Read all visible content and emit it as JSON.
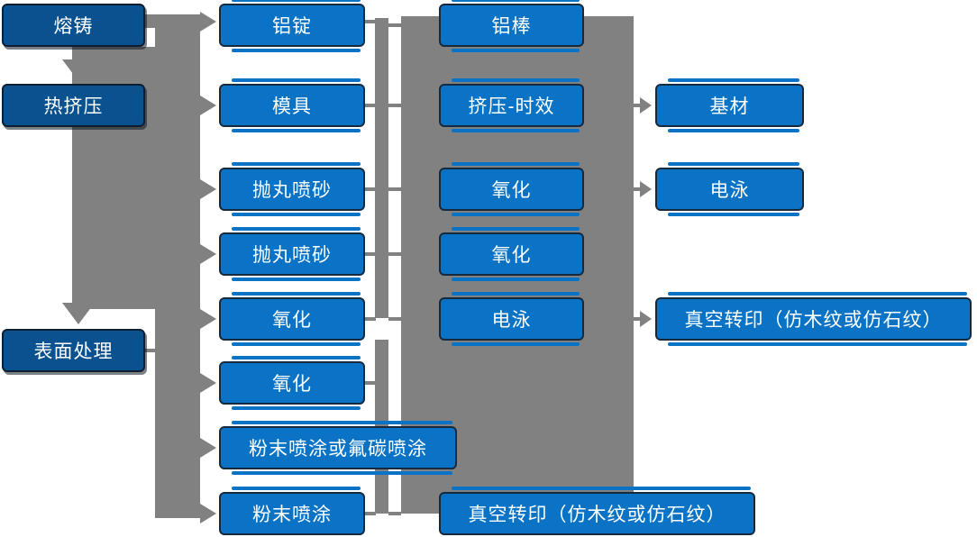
{
  "flowchart": {
    "description": "Aluminum profile production process flow diagram",
    "colors": {
      "stage_box_fill": "#0a518f",
      "process_box_fill": "#0a73c5",
      "box_border_dark": "#17293c",
      "connector_gray": "#818181",
      "text_color": "#ffffff",
      "background": "#ffffff"
    },
    "stage_column": [
      {
        "label": "熔铸"
      },
      {
        "label": "热挤压"
      },
      {
        "label": "表面处理"
      }
    ],
    "process_column": [
      {
        "label": "铝锭"
      },
      {
        "label": "模具"
      },
      {
        "label": "抛丸喷砂"
      },
      {
        "label": "抛丸喷砂"
      },
      {
        "label": "氧化"
      },
      {
        "label": "氧化"
      },
      {
        "label": "粉末喷涂或氟碳喷涂"
      },
      {
        "label": "粉末喷涂"
      }
    ],
    "treatment_column": [
      {
        "label": "铝棒"
      },
      {
        "label": "挤压-时效"
      },
      {
        "label": "氧化"
      },
      {
        "label": "氧化"
      },
      {
        "label": "电泳"
      },
      {
        "label": "真空转印（仿木纹或仿石纹）"
      }
    ],
    "output_column": [
      {
        "label": "基材"
      },
      {
        "label": "电泳"
      },
      {
        "label": "真空转印（仿木纹或仿石纹）"
      }
    ]
  }
}
